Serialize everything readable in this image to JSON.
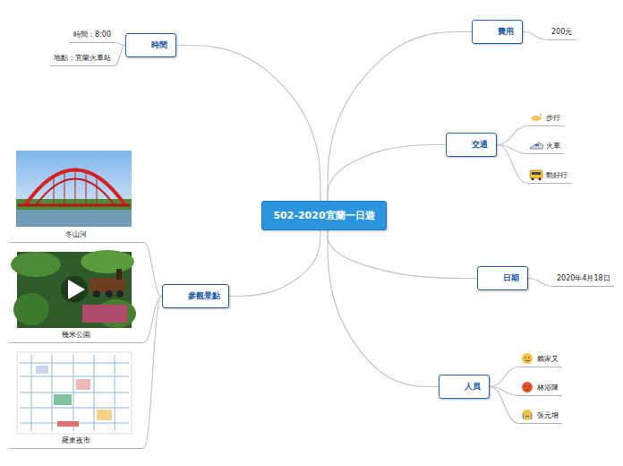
{
  "diagram": {
    "nodes": [
      {
        "text": [
          "502-2020宜蘭一日遊"
        ]
      },
      {
        "text": [
          "時間"
        ]
      },
      {
        "text": [
          "時間：8:00"
        ]
      },
      {
        "text": [
          "地點：宜蘭火車站"
        ]
      },
      {
        "text": [
          "費用"
        ]
      },
      {
        "text": [
          "200元"
        ]
      },
      {
        "text": [
          "交通"
        ]
      },
      {
        "text": [
          "步行"
        ]
      },
      {
        "text": [
          "火車"
        ]
      },
      {
        "text": [
          "勁好行"
        ]
      },
      {
        "text": [
          "日期"
        ]
      },
      {
        "text": [
          "2020年4月18日"
        ]
      },
      {
        "text": [
          "人員"
        ]
      },
      {
        "text": [
          "賴家又"
        ]
      },
      {
        "text": [
          "林浴陳"
        ]
      },
      {
        "text": [
          "張元增"
        ]
      },
      {
        "text": [
          "參觀景點"
        ]
      },
      {
        "text": [
          "冬山河"
        ]
      },
      {
        "text": [
          "幾米公園"
        ]
      },
      {
        "text": [
          "羅東夜市"
        ]
      }
    ],
    "edges": [
      {
        "from": 0,
        "to": 1,
        "arrow": "none"
      },
      {
        "from": 1,
        "to": 2,
        "arrow": "none"
      },
      {
        "from": 1,
        "to": 3,
        "arrow": "none"
      },
      {
        "from": 0,
        "to": 4,
        "arrow": "none"
      },
      {
        "from": 4,
        "to": 5,
        "arrow": "none"
      },
      {
        "from": 0,
        "to": 6,
        "arrow": "none"
      },
      {
        "from": 6,
        "to": 7,
        "arrow": "none"
      },
      {
        "from": 6,
        "to": 8,
        "arrow": "none"
      },
      {
        "from": 6,
        "to": 9,
        "arrow": "none"
      },
      {
        "from": 0,
        "to": 10,
        "arrow": "none"
      },
      {
        "from": 10,
        "to": 11,
        "arrow": "none"
      },
      {
        "from": 0,
        "to": 12,
        "arrow": "none"
      },
      {
        "from": 12,
        "to": 13,
        "arrow": "none"
      },
      {
        "from": 12,
        "to": 14,
        "arrow": "none"
      },
      {
        "from": 12,
        "to": 15,
        "arrow": "none"
      },
      {
        "from": 0,
        "to": 16,
        "arrow": "none"
      },
      {
        "from": 16,
        "to": 17,
        "arrow": "none"
      },
      {
        "from": 16,
        "to": 18,
        "arrow": "none"
      },
      {
        "from": 16,
        "to": 19,
        "arrow": "none"
      }
    ]
  }
}
